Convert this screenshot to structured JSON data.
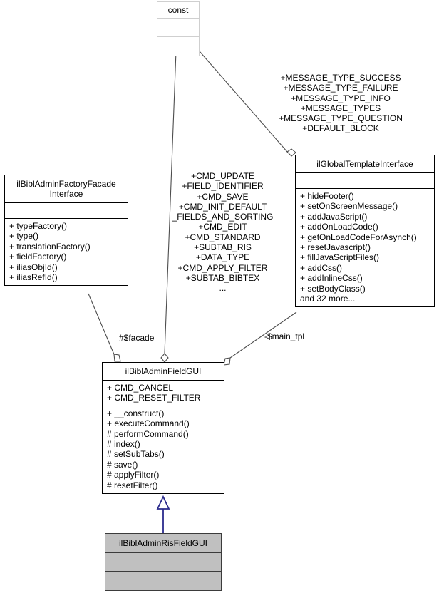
{
  "diagram": {
    "kind": "uml-class-diagram",
    "colors": {
      "line": "#4d4d4d",
      "box_border": "#000000",
      "light_border": "#cfcfcf",
      "inheritance_arrow": "#2b2b8c",
      "subclass_fill": "#c0c0c0",
      "background": "#ffffff"
    }
  },
  "nodes": {
    "const": {
      "name": "const",
      "attributes": [],
      "operations": []
    },
    "facade_interface": {
      "name": "ilBiblAdminFactoryFacade\nInterface",
      "attributes": [],
      "operations": [
        "+ typeFactory()",
        "+ type()",
        "+ translationFactory()",
        "+ fieldFactory()",
        "+ iliasObjId()",
        "+ iliasRefId()"
      ]
    },
    "global_template_interface": {
      "name": "ilGlobalTemplateInterface",
      "attributes": [],
      "operations": [
        "+ hideFooter()",
        "+ setOnScreenMessage()",
        "+ addJavaScript()",
        "+ addOnLoadCode()",
        "+ getOnLoadCodeForAsynch()",
        "+ resetJavascript()",
        "+ fillJavaScriptFiles()",
        "+ addCss()",
        "+ addInlineCss()",
        "+ setBodyClass()",
        "and 32 more..."
      ]
    },
    "main_class": {
      "name": "ilBiblAdminFieldGUI",
      "attributes": [
        "+ CMD_CANCEL",
        "+ CMD_RESET_FILTER"
      ],
      "operations": [
        "+ __construct()",
        "+ executeCommand()",
        "# performCommand()",
        "# index()",
        "# setSubTabs()",
        "# save()",
        "# applyFilter()",
        "# resetFilter()"
      ]
    },
    "subclass": {
      "name": "ilBiblAdminRisFieldGUI",
      "attributes": [],
      "operations": []
    }
  },
  "edge_labels": {
    "const_to_global_template": "+MESSAGE_TYPE_SUCCESS\n+MESSAGE_TYPE_FAILURE\n+MESSAGE_TYPE_INFO\n+MESSAGE_TYPES\n+MESSAGE_TYPE_QUESTION\n+DEFAULT_BLOCK",
    "const_to_main": "+CMD_UPDATE\n+FIELD_IDENTIFIER\n+CMD_SAVE\n+CMD_INIT_DEFAULT\n_FIELDS_AND_SORTING\n+CMD_EDIT\n+CMD_STANDARD\n+SUBTAB_RIS\n+DATA_TYPE\n+CMD_APPLY_FILTER\n+SUBTAB_BIBTEX\n...",
    "facade_role": "#$facade",
    "main_tpl_role": "-$main_tpl"
  }
}
